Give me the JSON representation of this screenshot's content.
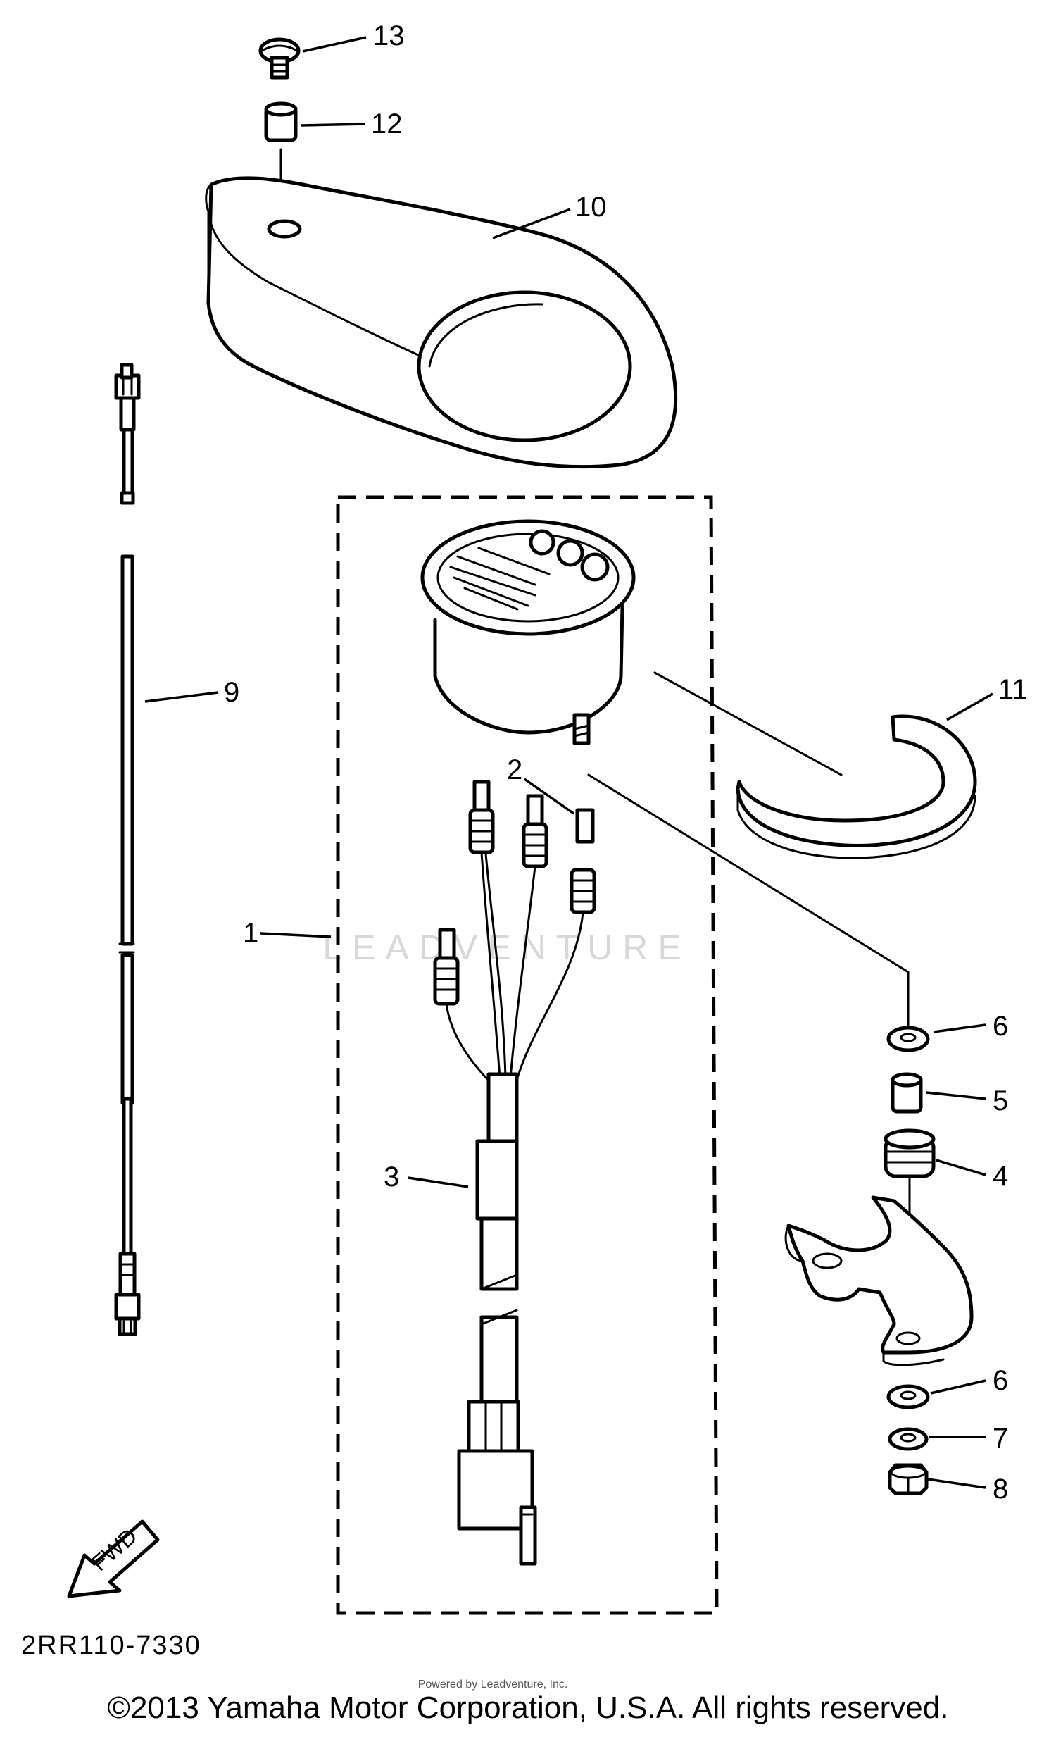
{
  "diagram": {
    "code": "2RR110-7330",
    "fwd_label": "FWD",
    "watermark": "LEADVENTURE",
    "small_credit": "Powered by Leadventure, Inc.",
    "callouts": {
      "c1": "1",
      "c2": "2",
      "c3": "3",
      "c4": "4",
      "c5": "5",
      "c6a": "6",
      "c6b": "6",
      "c7": "7",
      "c8": "8",
      "c9": "9",
      "c10": "10",
      "c11": "11",
      "c12": "12",
      "c13": "13"
    }
  },
  "footer": {
    "copyright": "©2013 Yamaha Motor Corporation, U.S.A. All rights reserved."
  }
}
